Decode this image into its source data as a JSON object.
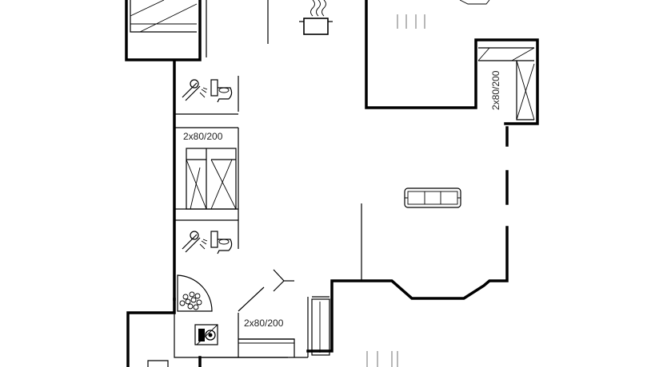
{
  "rooms": {
    "bedroom_middle": {
      "bed_label": "2x80/200"
    },
    "bedroom_right": {
      "bed_label": "2x80/200"
    },
    "bedroom_bottom": {
      "bed_label": "2x80/200"
    }
  },
  "icons": {
    "kitchen": "cooking-pot-icon",
    "living": "sofa-icon",
    "bathroom": [
      "shower-icon",
      "toilet-icon"
    ],
    "sauna": "sauna-stove-icon",
    "utility": "washing-machine-icon"
  }
}
